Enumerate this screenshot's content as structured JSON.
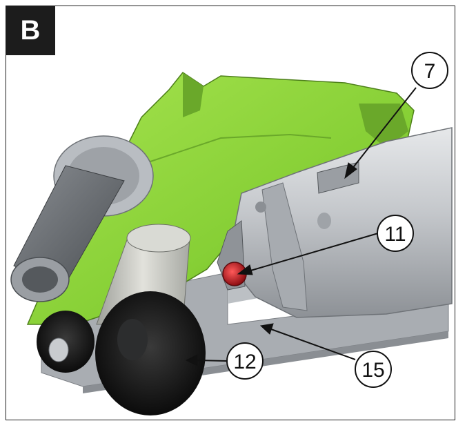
{
  "panel": {
    "label": "B"
  },
  "callouts": [
    {
      "id": "7",
      "text": "7"
    },
    {
      "id": "11",
      "text": "11"
    },
    {
      "id": "12",
      "text": "12"
    },
    {
      "id": "15",
      "text": "15"
    }
  ],
  "colors": {
    "housing_green": "#8ed43c",
    "housing_shadow": "#5f9a22",
    "grip_gray": "#6a6e72",
    "body_silver": "#c9ccd0",
    "knob_red": "#c0181e",
    "roller_black": "#121212",
    "rail_gray": "#a9adb2"
  }
}
